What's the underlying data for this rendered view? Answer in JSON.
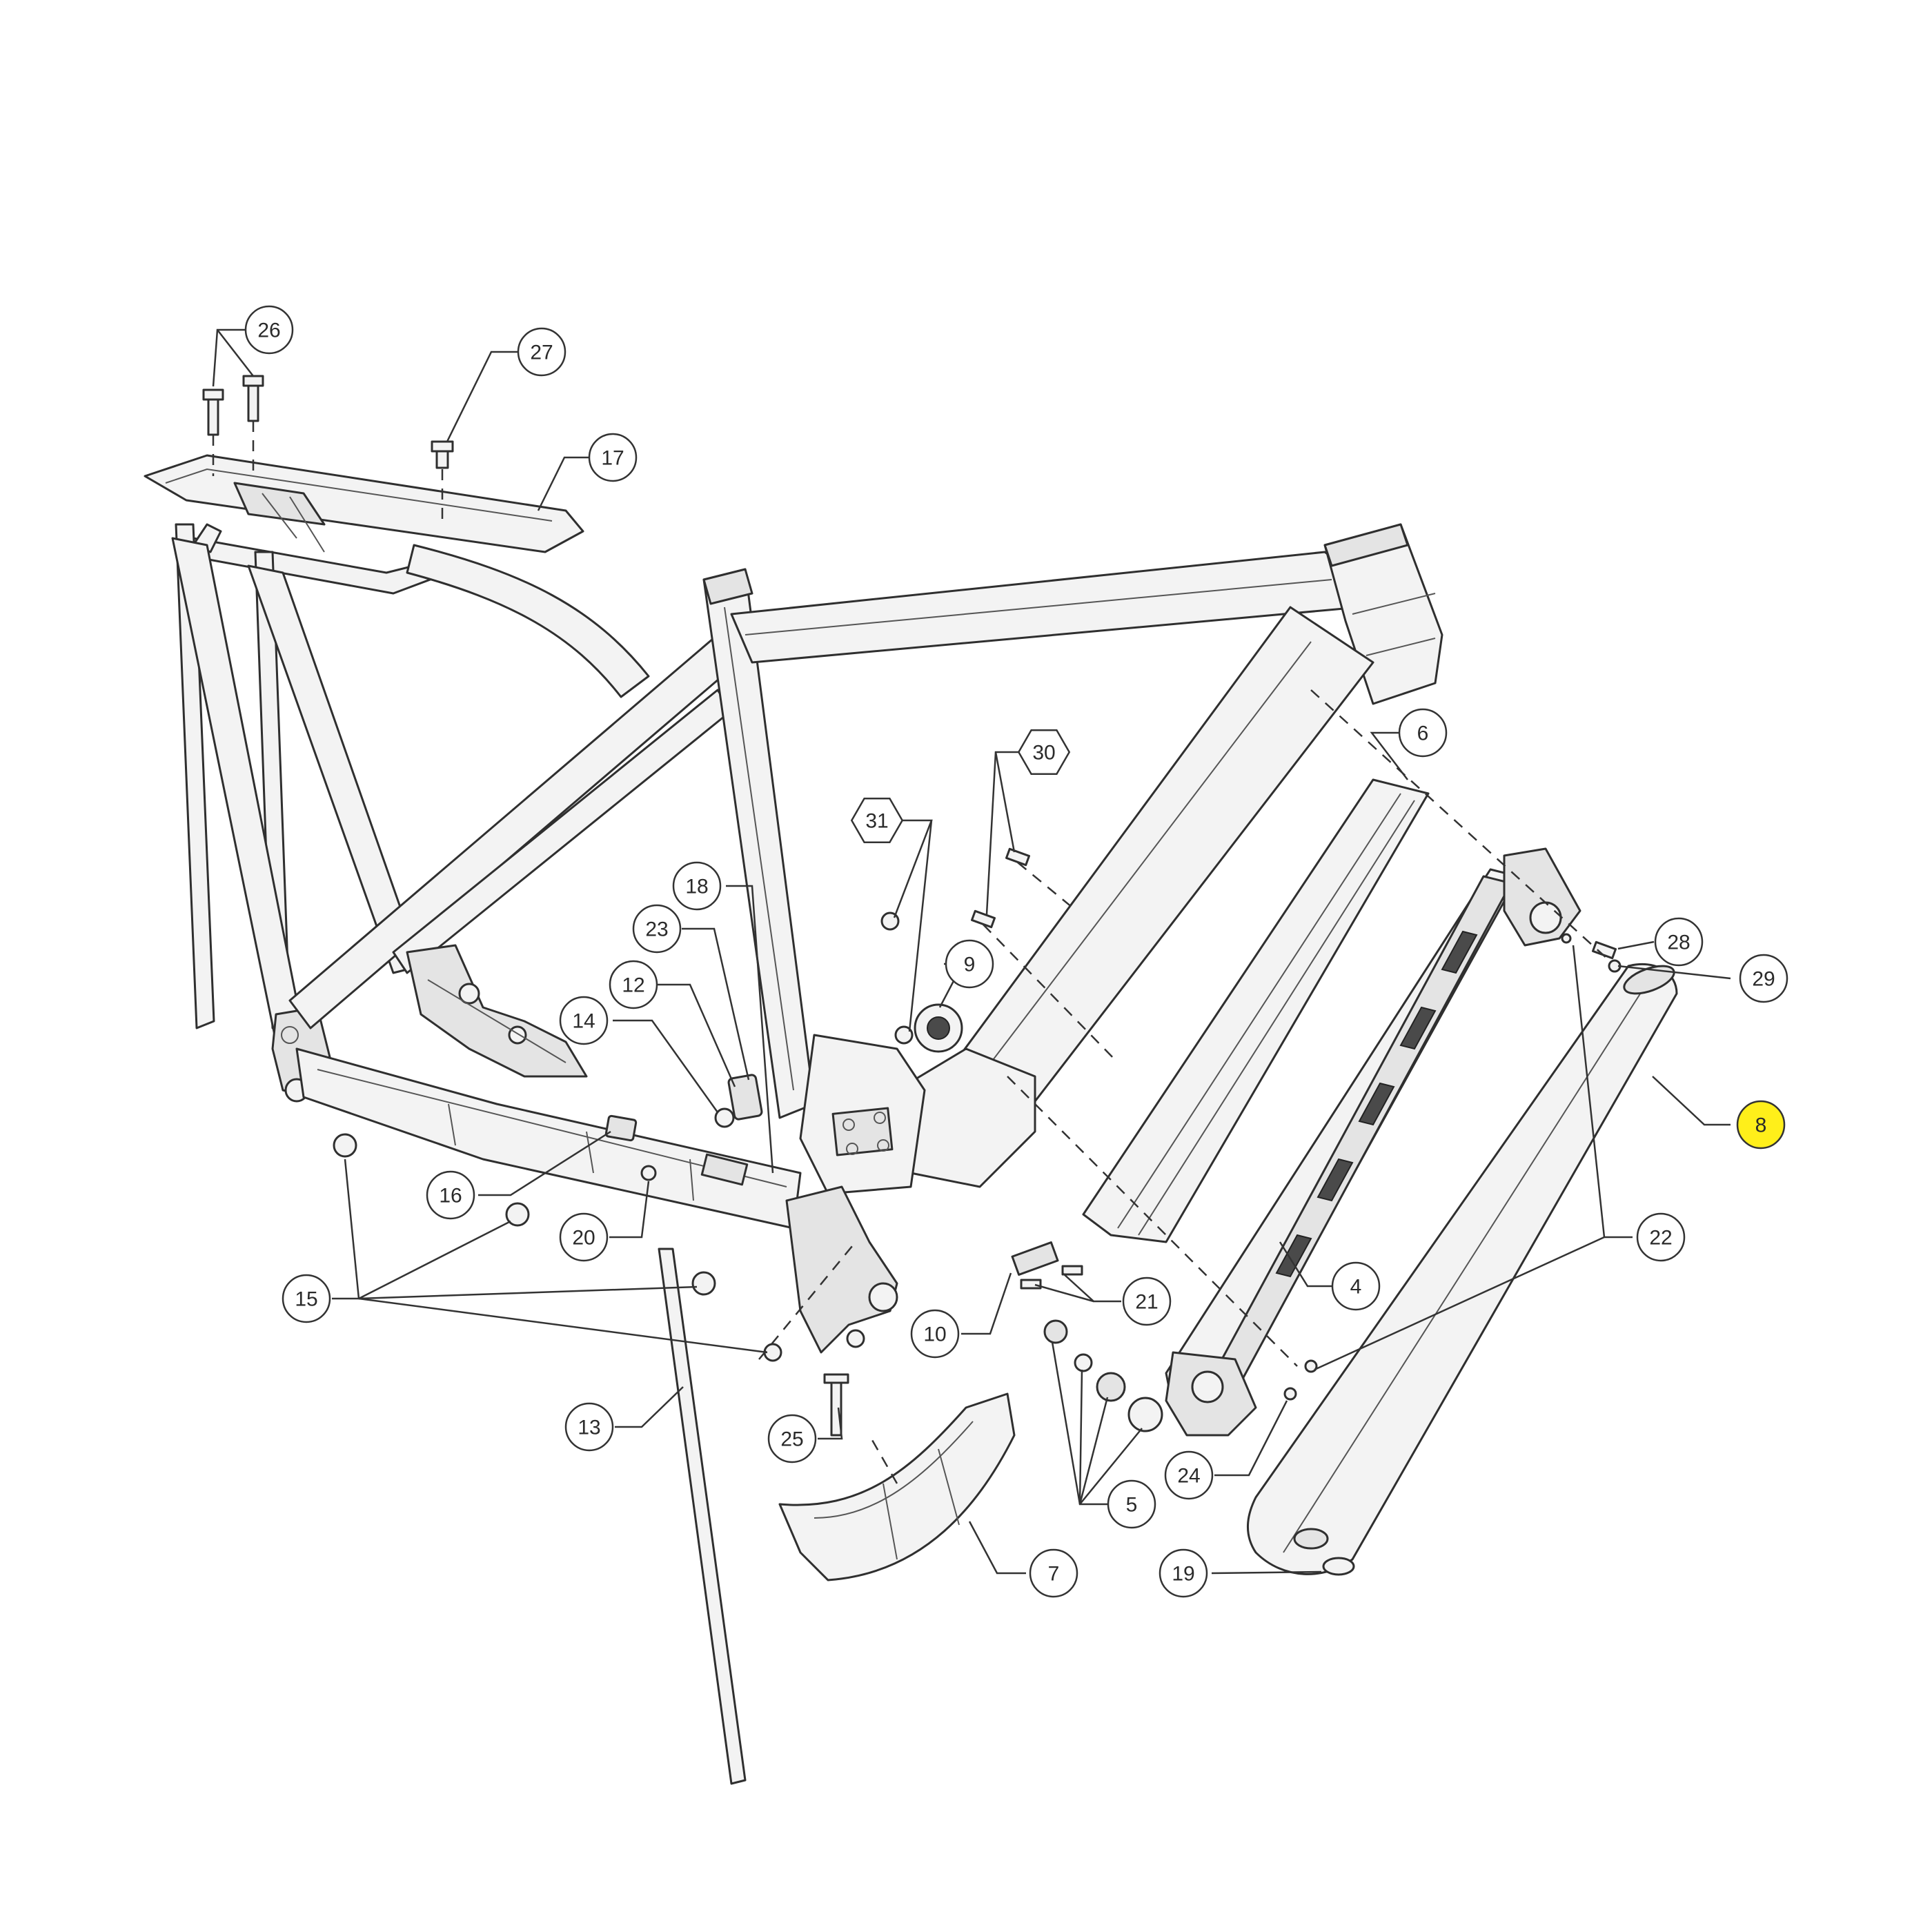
{
  "callouts": [
    {
      "label": "26",
      "shape": "circle",
      "highlight": false
    },
    {
      "label": "27",
      "shape": "circle",
      "highlight": false
    },
    {
      "label": "17",
      "shape": "circle",
      "highlight": false
    },
    {
      "label": "6",
      "shape": "circle",
      "highlight": false
    },
    {
      "label": "30",
      "shape": "hexagon",
      "highlight": false
    },
    {
      "label": "31",
      "shape": "hexagon",
      "highlight": false
    },
    {
      "label": "18",
      "shape": "circle",
      "highlight": false
    },
    {
      "label": "23",
      "shape": "circle",
      "highlight": false
    },
    {
      "label": "9",
      "shape": "circle",
      "highlight": false
    },
    {
      "label": "12",
      "shape": "circle",
      "highlight": false
    },
    {
      "label": "14",
      "shape": "circle",
      "highlight": false
    },
    {
      "label": "28",
      "shape": "circle",
      "highlight": false
    },
    {
      "label": "29",
      "shape": "circle",
      "highlight": false
    },
    {
      "label": "8",
      "shape": "circle",
      "highlight": true
    },
    {
      "label": "16",
      "shape": "circle",
      "highlight": false
    },
    {
      "label": "20",
      "shape": "circle",
      "highlight": false
    },
    {
      "label": "22",
      "shape": "circle",
      "highlight": false
    },
    {
      "label": "4",
      "shape": "circle",
      "highlight": false
    },
    {
      "label": "15",
      "shape": "circle",
      "highlight": false
    },
    {
      "label": "21",
      "shape": "circle",
      "highlight": false
    },
    {
      "label": "10",
      "shape": "circle",
      "highlight": false
    },
    {
      "label": "13",
      "shape": "circle",
      "highlight": false
    },
    {
      "label": "25",
      "shape": "circle",
      "highlight": false
    },
    {
      "label": "24",
      "shape": "circle",
      "highlight": false
    },
    {
      "label": "5",
      "shape": "circle",
      "highlight": false
    },
    {
      "label": "7",
      "shape": "circle",
      "highlight": false
    },
    {
      "label": "19",
      "shape": "circle",
      "highlight": false
    }
  ],
  "colors": {
    "highlight": "#ffef1a",
    "line": "#2f2f2f",
    "part_fill": "#f3f3f3",
    "background": "#ffffff"
  }
}
